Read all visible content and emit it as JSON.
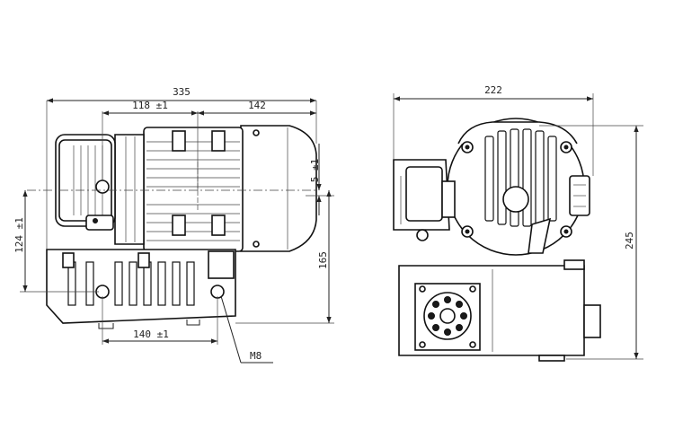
{
  "front_view": {
    "overall_length": "335",
    "left_offset": "118 ±1",
    "right_offset": "142",
    "small_offset": "5 ±1",
    "left_height": "124 ±1",
    "right_height": "165",
    "base_spacing": "140 ±1",
    "thread_callout": "M8"
  },
  "side_view": {
    "width": "222",
    "height": "245"
  }
}
